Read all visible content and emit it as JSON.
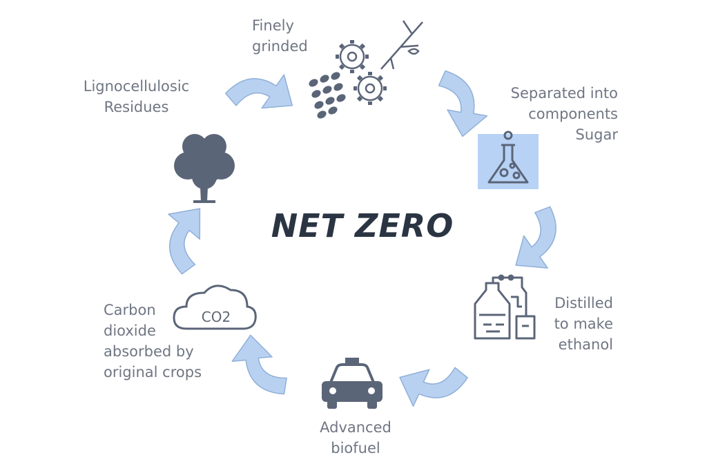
{
  "center_title": "NET ZERO",
  "colors": {
    "arrow_fill": "#b9d1f1",
    "arrow_stroke": "#8fafd8",
    "icon": "#5b6578",
    "label": "#6f7683",
    "highlight": "#b7d2f5"
  },
  "steps": [
    {
      "icon": "gears-seeds-branch-icon",
      "lines": [
        "Finely",
        "grinded"
      ]
    },
    {
      "icon": "flask-icon",
      "lines": [
        "Separated into",
        "components",
        "Sugar"
      ]
    },
    {
      "icon": "distillery-icon",
      "lines": [
        "Distilled",
        "to make",
        "ethanol"
      ]
    },
    {
      "icon": "car-icon",
      "lines": [
        "Advanced",
        "biofuel"
      ]
    },
    {
      "icon": "cloud-icon",
      "lines": [
        "Carbon",
        "dioxide",
        "absorbed by",
        "original crops"
      ],
      "icon_text": "CO2"
    },
    {
      "icon": "tree-icon",
      "lines": [
        "Lignocellulosic",
        "Residues"
      ]
    }
  ]
}
